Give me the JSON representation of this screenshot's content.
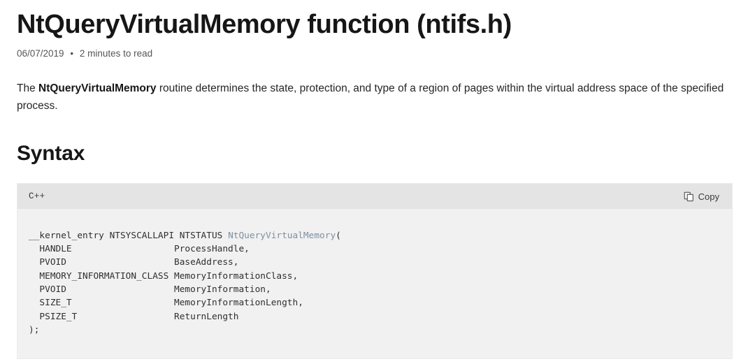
{
  "article": {
    "title": "NtQueryVirtualMemory function (ntifs.h)",
    "meta": {
      "date": "06/07/2019",
      "separator": "•",
      "read_time": "2 minutes to read"
    },
    "intro": {
      "before": "The ",
      "bold_term": "NtQueryVirtualMemory",
      "after": " routine determines the state, protection, and type of a region of pages within the virtual address space of the specified process."
    },
    "section": {
      "heading": "Syntax"
    }
  },
  "code_block": {
    "language_label": "C++",
    "copy_label": "Copy",
    "copy_icon": "copy-pages-icon",
    "signature": {
      "declaration_prefix": "__kernel_entry NTSYSCALLAPI NTSTATUS ",
      "function_name": "NtQueryVirtualMemory",
      "open_paren": "(",
      "parameters": [
        {
          "type": "HANDLE",
          "name": "ProcessHandle,"
        },
        {
          "type": "PVOID",
          "name": "BaseAddress,"
        },
        {
          "type": "MEMORY_INFORMATION_CLASS",
          "name": "MemoryInformationClass,"
        },
        {
          "type": "PVOID",
          "name": "MemoryInformation,"
        },
        {
          "type": "SIZE_T",
          "name": "MemoryInformationLength,"
        },
        {
          "type": "PSIZE_T",
          "name": "ReturnLength"
        }
      ],
      "terminator": ");"
    },
    "full_text": "__kernel_entry NTSYSCALLAPI NTSTATUS NtQueryVirtualMemory(\n  HANDLE                   ProcessHandle,\n  PVOID                    BaseAddress,\n  MEMORY_INFORMATION_CLASS MemoryInformationClass,\n  PVOID                    MemoryInformation,\n  SIZE_T                   MemoryInformationLength,\n  PSIZE_T                  ReturnLength\n);"
  },
  "colors": {
    "page_background": "#ffffff",
    "text_primary": "#161616",
    "text_body": "#262626",
    "text_muted": "#565656",
    "code_background": "#f1f1f1",
    "code_header_background": "#e4e4e4",
    "code_border": "#ececec",
    "code_function_token": "#7f8fa0"
  }
}
